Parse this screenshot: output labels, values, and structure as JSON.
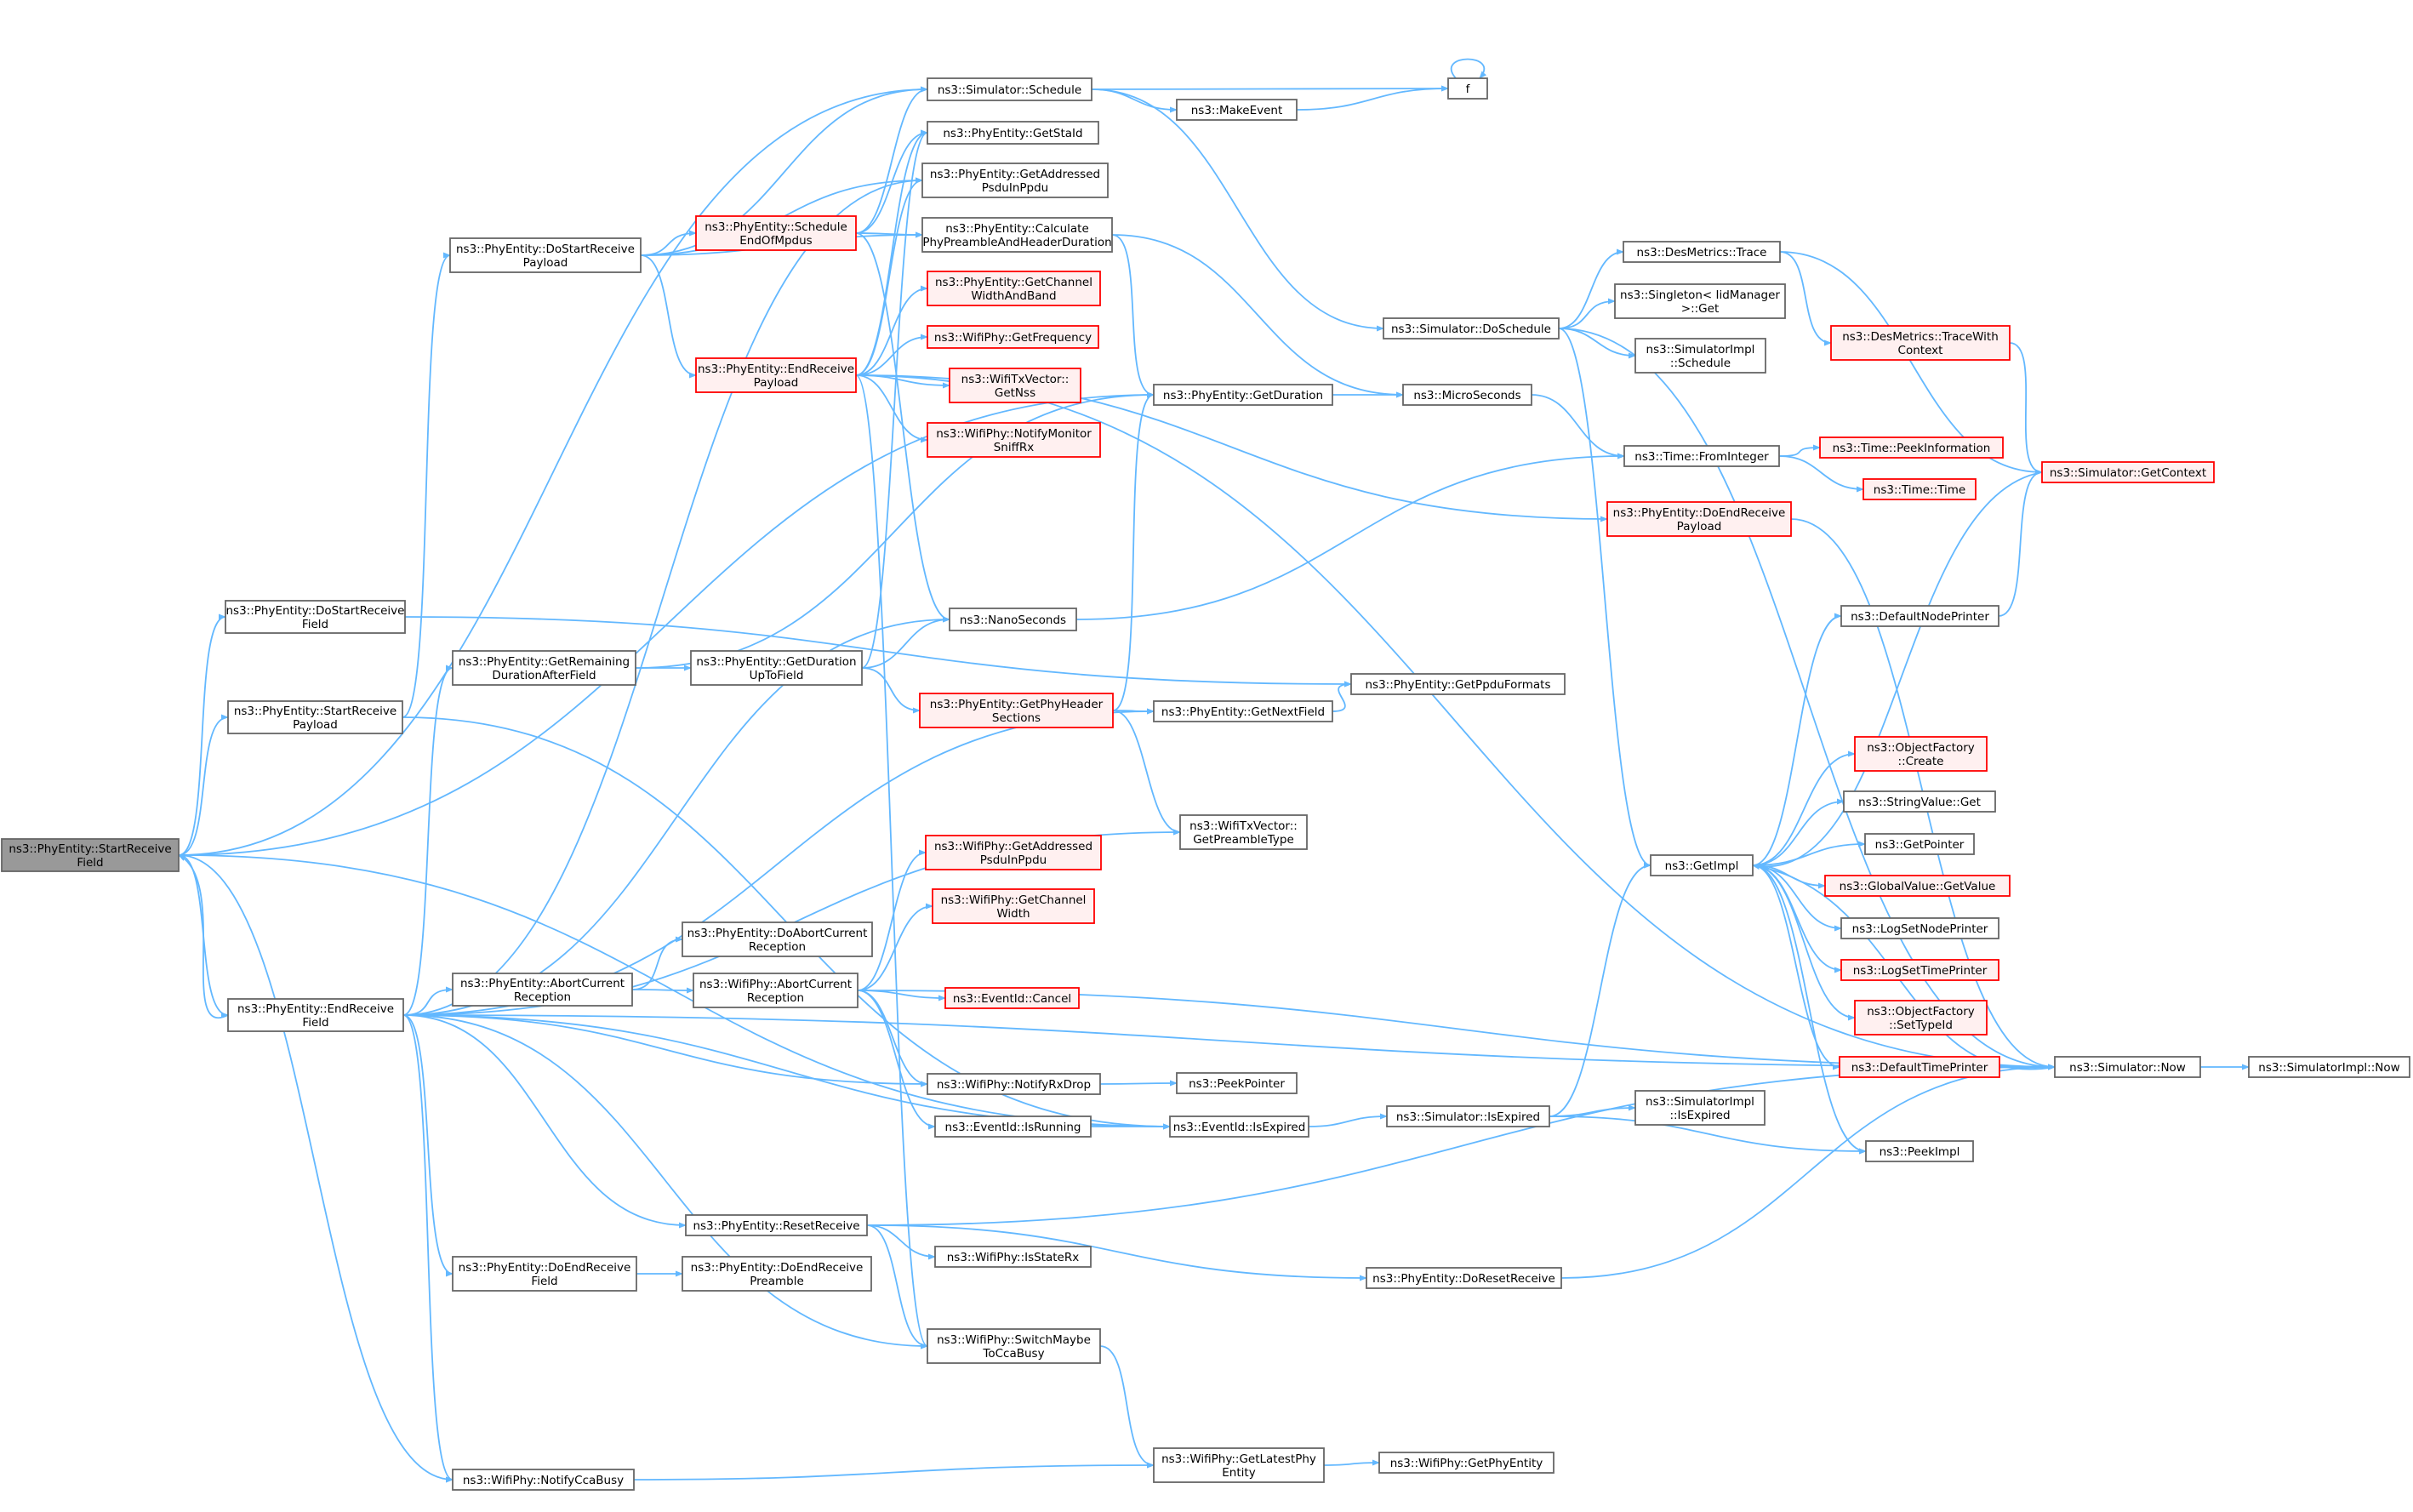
{
  "colors": {
    "edge": "#63b8ff",
    "root_fill": "#999999",
    "node_border": "#666666",
    "truncated_fill": "#fff0f0",
    "truncated_border": "#ff0000"
  },
  "nodes": [
    {
      "id": "startReceiveField",
      "lines": [
        "ns3::PhyEntity::StartReceive",
        "Field"
      ],
      "kind": "root"
    },
    {
      "id": "doStartReceiveField",
      "lines": [
        "ns3::PhyEntity::DoStartReceive",
        "Field"
      ],
      "kind": "normal"
    },
    {
      "id": "startReceivePayload",
      "lines": [
        "ns3::PhyEntity::StartReceive",
        "Payload"
      ],
      "kind": "normal"
    },
    {
      "id": "endReceiveField",
      "lines": [
        "ns3::PhyEntity::EndReceive",
        "Field"
      ],
      "kind": "normal"
    },
    {
      "id": "doStartReceivePayload",
      "lines": [
        "ns3::PhyEntity::DoStartReceive",
        "Payload"
      ],
      "kind": "normal"
    },
    {
      "id": "getRemainingDuration",
      "lines": [
        "ns3::PhyEntity::GetRemaining",
        "DurationAfterField"
      ],
      "kind": "normal"
    },
    {
      "id": "abortCurrentReception",
      "lines": [
        "ns3::PhyEntity::AbortCurrent",
        "Reception"
      ],
      "kind": "normal"
    },
    {
      "id": "doEndReceiveField",
      "lines": [
        "ns3::PhyEntity::DoEndReceive",
        "Field"
      ],
      "kind": "normal"
    },
    {
      "id": "notifyCcaBusy",
      "lines": [
        "ns3::WifiPhy::NotifyCcaBusy"
      ],
      "kind": "normal"
    },
    {
      "id": "scheduleEndOfMpdus",
      "lines": [
        "ns3::PhyEntity::Schedule",
        "EndOfMpdus"
      ],
      "kind": "trunc"
    },
    {
      "id": "endReceivePayload",
      "lines": [
        "ns3::PhyEntity::EndReceive",
        "Payload"
      ],
      "kind": "trunc"
    },
    {
      "id": "getDurationUpToField",
      "lines": [
        "ns3::PhyEntity::GetDuration",
        "UpToField"
      ],
      "kind": "normal"
    },
    {
      "id": "doAbortCurrentReception",
      "lines": [
        "ns3::PhyEntity::DoAbortCurrent",
        "Reception"
      ],
      "kind": "normal"
    },
    {
      "id": "wifiAbortCurrentReception",
      "lines": [
        "ns3::WifiPhy::AbortCurrent",
        "Reception"
      ],
      "kind": "normal"
    },
    {
      "id": "resetReceive",
      "lines": [
        "ns3::PhyEntity::ResetReceive"
      ],
      "kind": "normal"
    },
    {
      "id": "doEndReceivePreamble",
      "lines": [
        "ns3::PhyEntity::DoEndReceive",
        "Preamble"
      ],
      "kind": "normal"
    },
    {
      "id": "simulatorSchedule",
      "lines": [
        "ns3::Simulator::Schedule"
      ],
      "kind": "normal"
    },
    {
      "id": "getStaId",
      "lines": [
        "ns3::PhyEntity::GetStaId"
      ],
      "kind": "normal"
    },
    {
      "id": "getAddressedPsduInPpdu",
      "lines": [
        "ns3::PhyEntity::GetAddressed",
        "PsduInPpdu"
      ],
      "kind": "normal"
    },
    {
      "id": "calculatePhyPreamble",
      "lines": [
        "ns3::PhyEntity::Calculate",
        "PhyPreambleAndHeaderDuration"
      ],
      "kind": "normal"
    },
    {
      "id": "getChannelWidthAndBand",
      "lines": [
        "ns3::PhyEntity::GetChannel",
        "WidthAndBand"
      ],
      "kind": "trunc"
    },
    {
      "id": "getFrequency",
      "lines": [
        "ns3::WifiPhy::GetFrequency"
      ],
      "kind": "trunc"
    },
    {
      "id": "getNss",
      "lines": [
        "ns3::WifiTxVector::",
        "GetNss"
      ],
      "kind": "trunc"
    },
    {
      "id": "notifyMonitorSniffRx",
      "lines": [
        "ns3::WifiPhy::NotifyMonitor",
        "SniffRx"
      ],
      "kind": "trunc"
    },
    {
      "id": "nanoSeconds",
      "lines": [
        "ns3::NanoSeconds"
      ],
      "kind": "normal"
    },
    {
      "id": "getPhyHeaderSections",
      "lines": [
        "ns3::PhyEntity::GetPhyHeader",
        "Sections"
      ],
      "kind": "trunc"
    },
    {
      "id": "wifiGetAddressedPsdu",
      "lines": [
        "ns3::WifiPhy::GetAddressed",
        "PsduInPpdu"
      ],
      "kind": "trunc"
    },
    {
      "id": "wifiGetChannelWidth",
      "lines": [
        "ns3::WifiPhy::GetChannel",
        "Width"
      ],
      "kind": "trunc"
    },
    {
      "id": "eventIdCancel",
      "lines": [
        "ns3::EventId::Cancel"
      ],
      "kind": "trunc"
    },
    {
      "id": "notifyRxDrop",
      "lines": [
        "ns3::WifiPhy::NotifyRxDrop"
      ],
      "kind": "normal"
    },
    {
      "id": "eventIdIsRunning",
      "lines": [
        "ns3::EventId::IsRunning"
      ],
      "kind": "normal"
    },
    {
      "id": "isStateRx",
      "lines": [
        "ns3::WifiPhy::IsStateRx"
      ],
      "kind": "normal"
    },
    {
      "id": "switchMaybeToCcaBusy",
      "lines": [
        "ns3::WifiPhy::SwitchMaybe",
        "ToCcaBusy"
      ],
      "kind": "normal"
    },
    {
      "id": "makeEvent",
      "lines": [
        "ns3::MakeEvent"
      ],
      "kind": "normal"
    },
    {
      "id": "getDuration",
      "lines": [
        "ns3::PhyEntity::GetDuration"
      ],
      "kind": "normal"
    },
    {
      "id": "getNextField",
      "lines": [
        "ns3::PhyEntity::GetNextField"
      ],
      "kind": "normal"
    },
    {
      "id": "getPreambleType",
      "lines": [
        "ns3::WifiTxVector::",
        "GetPreambleType"
      ],
      "kind": "normal"
    },
    {
      "id": "peekPointer",
      "lines": [
        "ns3::PeekPointer"
      ],
      "kind": "normal"
    },
    {
      "id": "eventIdIsExpired",
      "lines": [
        "ns3::EventId::IsExpired"
      ],
      "kind": "normal"
    },
    {
      "id": "getLatestPhyEntity",
      "lines": [
        "ns3::WifiPhy::GetLatestPhy",
        "Entity"
      ],
      "kind": "normal"
    },
    {
      "id": "f",
      "lines": [
        "f"
      ],
      "kind": "normal"
    },
    {
      "id": "doSchedule",
      "lines": [
        "ns3::Simulator::DoSchedule"
      ],
      "kind": "normal"
    },
    {
      "id": "microSeconds",
      "lines": [
        "ns3::MicroSeconds"
      ],
      "kind": "normal"
    },
    {
      "id": "getPpduFormats",
      "lines": [
        "ns3::PhyEntity::GetPpduFormats"
      ],
      "kind": "normal"
    },
    {
      "id": "simulatorIsExpired",
      "lines": [
        "ns3::Simulator::IsExpired"
      ],
      "kind": "normal"
    },
    {
      "id": "doResetReceive",
      "lines": [
        "ns3::PhyEntity::DoResetReceive"
      ],
      "kind": "normal"
    },
    {
      "id": "getPhyEntity",
      "lines": [
        "ns3::WifiPhy::GetPhyEntity"
      ],
      "kind": "normal"
    },
    {
      "id": "desMetricsTrace",
      "lines": [
        "ns3::DesMetrics::Trace"
      ],
      "kind": "normal"
    },
    {
      "id": "singletonGet",
      "lines": [
        "ns3::Singleton< IidManager",
        ">::Get"
      ],
      "kind": "normal"
    },
    {
      "id": "simulatorImplSchedule",
      "lines": [
        "ns3::SimulatorImpl",
        "::Schedule"
      ],
      "kind": "normal"
    },
    {
      "id": "timeFromInteger",
      "lines": [
        "ns3::Time::FromInteger"
      ],
      "kind": "normal"
    },
    {
      "id": "doEndReceivePayload",
      "lines": [
        "ns3::PhyEntity::DoEndReceive",
        "Payload"
      ],
      "kind": "trunc"
    },
    {
      "id": "getImpl",
      "lines": [
        "ns3::GetImpl"
      ],
      "kind": "normal"
    },
    {
      "id": "simulatorImplIsExpired",
      "lines": [
        "ns3::SimulatorImpl",
        "::IsExpired"
      ],
      "kind": "normal"
    },
    {
      "id": "traceWithContext",
      "lines": [
        "ns3::DesMetrics::TraceWith",
        "Context"
      ],
      "kind": "trunc"
    },
    {
      "id": "peekInformation",
      "lines": [
        "ns3::Time::PeekInformation"
      ],
      "kind": "trunc"
    },
    {
      "id": "timeTime",
      "lines": [
        "ns3::Time::Time"
      ],
      "kind": "trunc"
    },
    {
      "id": "defaultNodePrinter",
      "lines": [
        "ns3::DefaultNodePrinter"
      ],
      "kind": "normal"
    },
    {
      "id": "objectFactoryCreate",
      "lines": [
        "ns3::ObjectFactory",
        "::Create"
      ],
      "kind": "trunc"
    },
    {
      "id": "stringValueGet",
      "lines": [
        "ns3::StringValue::Get"
      ],
      "kind": "normal"
    },
    {
      "id": "getPointer",
      "lines": [
        "ns3::GetPointer"
      ],
      "kind": "normal"
    },
    {
      "id": "globalValueGetValue",
      "lines": [
        "ns3::GlobalValue::GetValue"
      ],
      "kind": "trunc"
    },
    {
      "id": "logSetNodePrinter",
      "lines": [
        "ns3::LogSetNodePrinter"
      ],
      "kind": "normal"
    },
    {
      "id": "logSetTimePrinter",
      "lines": [
        "ns3::LogSetTimePrinter"
      ],
      "kind": "trunc"
    },
    {
      "id": "objectFactorySetTypeId",
      "lines": [
        "ns3::ObjectFactory",
        "::SetTypeId"
      ],
      "kind": "trunc"
    },
    {
      "id": "defaultTimePrinter",
      "lines": [
        "ns3::DefaultTimePrinter"
      ],
      "kind": "trunc"
    },
    {
      "id": "peekImpl",
      "lines": [
        "ns3::PeekImpl"
      ],
      "kind": "normal"
    },
    {
      "id": "getContext",
      "lines": [
        "ns3::Simulator::GetContext"
      ],
      "kind": "trunc"
    },
    {
      "id": "simulatorNow",
      "lines": [
        "ns3::Simulator::Now"
      ],
      "kind": "normal"
    },
    {
      "id": "simulatorImplNow",
      "lines": [
        "ns3::SimulatorImpl::Now"
      ],
      "kind": "normal"
    }
  ],
  "edges": [
    [
      "startReceiveField",
      "doStartReceiveField"
    ],
    [
      "startReceiveField",
      "startReceivePayload"
    ],
    [
      "startReceiveField",
      "endReceiveField"
    ],
    [
      "startReceiveField",
      "simulatorSchedule"
    ],
    [
      "startReceiveField",
      "getDuration"
    ],
    [
      "startReceiveField",
      "eventIdIsExpired"
    ],
    [
      "startReceiveField",
      "notifyCcaBusy"
    ],
    [
      "endReceiveField",
      "startReceiveField"
    ],
    [
      "doStartReceiveField",
      "getPpduFormats"
    ],
    [
      "startReceivePayload",
      "doStartReceivePayload"
    ],
    [
      "startReceivePayload",
      "eventIdIsExpired"
    ],
    [
      "doStartReceivePayload",
      "simulatorSchedule"
    ],
    [
      "doStartReceivePayload",
      "getAddressedPsduInPpdu"
    ],
    [
      "doStartReceivePayload",
      "scheduleEndOfMpdus"
    ],
    [
      "doStartReceivePayload",
      "endReceivePayload"
    ],
    [
      "doStartReceivePayload",
      "calculatePhyPreamble"
    ],
    [
      "scheduleEndOfMpdus",
      "simulatorSchedule"
    ],
    [
      "scheduleEndOfMpdus",
      "getStaId"
    ],
    [
      "scheduleEndOfMpdus",
      "calculatePhyPreamble"
    ],
    [
      "scheduleEndOfMpdus",
      "nanoSeconds"
    ],
    [
      "endReceivePayload",
      "getStaId"
    ],
    [
      "endReceivePayload",
      "getAddressedPsduInPpdu"
    ],
    [
      "endReceivePayload",
      "getChannelWidthAndBand"
    ],
    [
      "endReceivePayload",
      "getFrequency"
    ],
    [
      "endReceivePayload",
      "getNss"
    ],
    [
      "endReceivePayload",
      "notifyMonitorSniffRx"
    ],
    [
      "endReceivePayload",
      "doEndReceivePayload"
    ],
    [
      "endReceivePayload",
      "simulatorNow"
    ],
    [
      "endReceivePayload",
      "switchMaybeToCcaBusy"
    ],
    [
      "endReceiveField",
      "getRemainingDuration"
    ],
    [
      "endReceiveField",
      "abortCurrentReception"
    ],
    [
      "endReceiveField",
      "doEndReceiveField"
    ],
    [
      "endReceiveField",
      "notifyCcaBusy"
    ],
    [
      "endReceiveField",
      "resetReceive"
    ],
    [
      "endReceiveField",
      "switchMaybeToCcaBusy"
    ],
    [
      "endReceiveField",
      "notifyRxDrop"
    ],
    [
      "endReceiveField",
      "eventIdIsExpired"
    ],
    [
      "endReceiveField",
      "getNextField"
    ],
    [
      "endReceiveField",
      "getPreambleType"
    ],
    [
      "endReceiveField",
      "nanoSeconds"
    ],
    [
      "endReceiveField",
      "simulatorNow"
    ],
    [
      "endReceiveField",
      "getAddressedPsduInPpdu"
    ],
    [
      "getRemainingDuration",
      "getDurationUpToField"
    ],
    [
      "getRemainingDuration",
      "getDuration"
    ],
    [
      "getDurationUpToField",
      "getStaId"
    ],
    [
      "getDurationUpToField",
      "nanoSeconds"
    ],
    [
      "getDurationUpToField",
      "getPhyHeaderSections"
    ],
    [
      "getPhyHeaderSections",
      "getNextField"
    ],
    [
      "getPhyHeaderSections",
      "getDuration"
    ],
    [
      "getPhyHeaderSections",
      "getPreambleType"
    ],
    [
      "abortCurrentReception",
      "doAbortCurrentReception"
    ],
    [
      "abortCurrentReception",
      "wifiAbortCurrentReception"
    ],
    [
      "wifiAbortCurrentReception",
      "wifiGetAddressedPsdu"
    ],
    [
      "wifiAbortCurrentReception",
      "wifiGetChannelWidth"
    ],
    [
      "wifiAbortCurrentReception",
      "eventIdCancel"
    ],
    [
      "wifiAbortCurrentReception",
      "notifyRxDrop"
    ],
    [
      "wifiAbortCurrentReception",
      "eventIdIsRunning"
    ],
    [
      "wifiAbortCurrentReception",
      "simulatorNow"
    ],
    [
      "doEndReceiveField",
      "doEndReceivePreamble"
    ],
    [
      "resetReceive",
      "isStateRx"
    ],
    [
      "resetReceive",
      "switchMaybeToCcaBusy"
    ],
    [
      "resetReceive",
      "doResetReceive"
    ],
    [
      "resetReceive",
      "simulatorNow"
    ],
    [
      "notifyRxDrop",
      "peekPointer"
    ],
    [
      "eventIdIsRunning",
      "eventIdIsExpired"
    ],
    [
      "eventIdIsExpired",
      "simulatorIsExpired"
    ],
    [
      "switchMaybeToCcaBusy",
      "getLatestPhyEntity"
    ],
    [
      "notifyCcaBusy",
      "getLatestPhyEntity"
    ],
    [
      "getLatestPhyEntity",
      "getPhyEntity"
    ],
    [
      "simulatorSchedule",
      "f"
    ],
    [
      "simulatorSchedule",
      "makeEvent"
    ],
    [
      "simulatorSchedule",
      "doSchedule"
    ],
    [
      "makeEvent",
      "f"
    ],
    [
      "f",
      "f"
    ],
    [
      "calculatePhyPreamble",
      "getDuration"
    ],
    [
      "calculatePhyPreamble",
      "microSeconds"
    ],
    [
      "getDuration",
      "microSeconds"
    ],
    [
      "nanoSeconds",
      "timeFromInteger"
    ],
    [
      "microSeconds",
      "timeFromInteger"
    ],
    [
      "getNextField",
      "getPpduFormats"
    ],
    [
      "doSchedule",
      "desMetricsTrace"
    ],
    [
      "doSchedule",
      "singletonGet"
    ],
    [
      "doSchedule",
      "simulatorImplSchedule"
    ],
    [
      "doSchedule",
      "getImpl"
    ],
    [
      "doSchedule",
      "simulatorNow"
    ],
    [
      "simulatorIsExpired",
      "getImpl"
    ],
    [
      "simulatorIsExpired",
      "simulatorImplIsExpired"
    ],
    [
      "simulatorIsExpired",
      "peekImpl"
    ],
    [
      "doResetReceive",
      "simulatorNow"
    ],
    [
      "desMetricsTrace",
      "traceWithContext"
    ],
    [
      "desMetricsTrace",
      "getContext"
    ],
    [
      "traceWithContext",
      "getContext"
    ],
    [
      "timeFromInteger",
      "peekInformation"
    ],
    [
      "timeFromInteger",
      "timeTime"
    ],
    [
      "doEndReceivePayload",
      "simulatorNow"
    ],
    [
      "getImpl",
      "defaultNodePrinter"
    ],
    [
      "getImpl",
      "objectFactoryCreate"
    ],
    [
      "getImpl",
      "stringValueGet"
    ],
    [
      "getImpl",
      "getPointer"
    ],
    [
      "getImpl",
      "globalValueGetValue"
    ],
    [
      "getImpl",
      "logSetNodePrinter"
    ],
    [
      "getImpl",
      "logSetTimePrinter"
    ],
    [
      "getImpl",
      "objectFactorySetTypeId"
    ],
    [
      "getImpl",
      "defaultTimePrinter"
    ],
    [
      "getImpl",
      "peekImpl"
    ],
    [
      "defaultNodePrinter",
      "getContext"
    ],
    [
      "defaultTimePrinter",
      "simulatorNow"
    ],
    [
      "getContext",
      "getImpl"
    ],
    [
      "simulatorNow",
      "getImpl"
    ],
    [
      "simulatorNow",
      "simulatorImplNow"
    ]
  ]
}
